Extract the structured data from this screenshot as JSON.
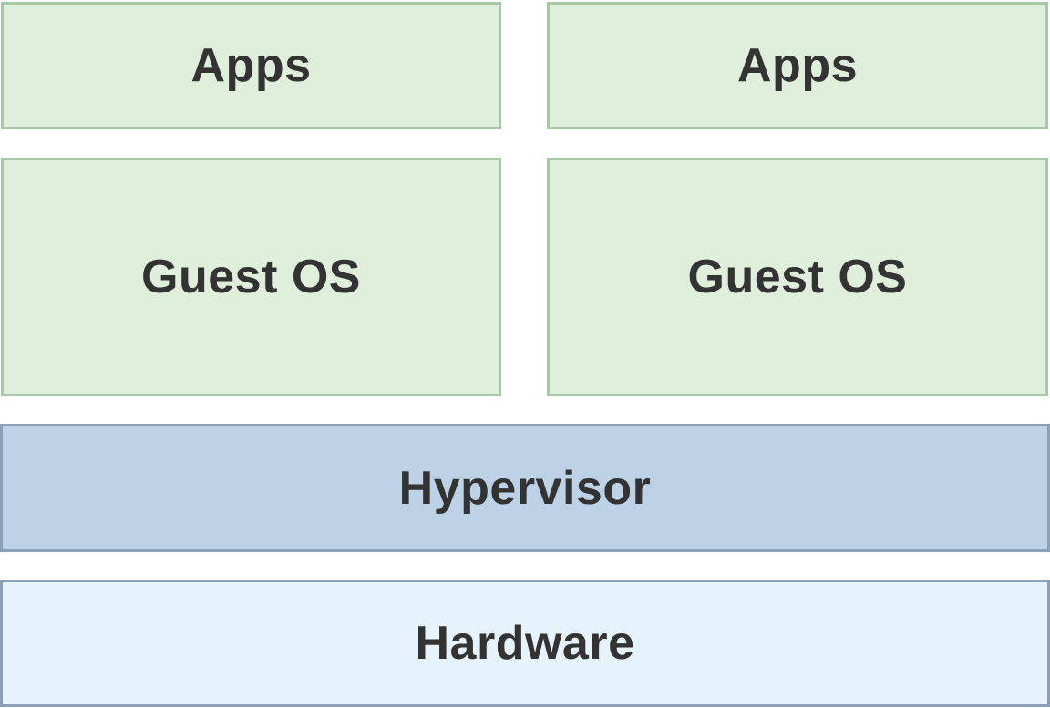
{
  "diagram": {
    "vm_left": {
      "apps_label": "Apps",
      "guest_os_label": "Guest OS"
    },
    "vm_right": {
      "apps_label": "Apps",
      "guest_os_label": "Guest OS"
    },
    "hypervisor_label": "Hypervisor",
    "hardware_label": "Hardware"
  },
  "colors": {
    "vm_fill": "#dfefdc",
    "vm_border": "#a6c9a6",
    "hypervisor_fill": "#bdd2e6",
    "hardware_fill": "#e6f2fc",
    "layer_border": "#8a9fb8",
    "text": "#333333"
  }
}
